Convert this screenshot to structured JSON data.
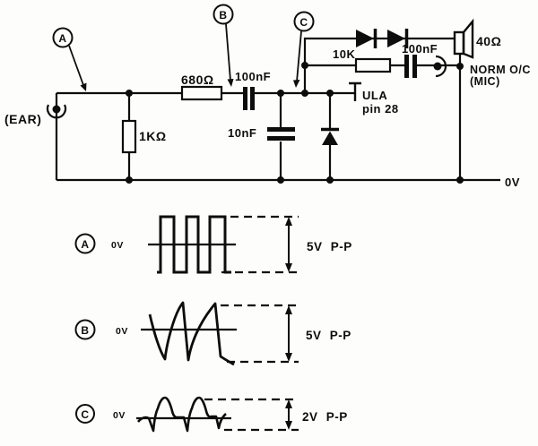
{
  "schematic": {
    "probes": {
      "a": "A",
      "b": "B",
      "c": "C"
    },
    "labels": {
      "ear_jack": "(EAR)",
      "shunt_resistor": "1KΩ",
      "series_resistor": "680Ω",
      "series_capacitor": "100nF",
      "shunt_capacitor": "10nF",
      "ula_line1": "ULA",
      "ula_line2": "pin 28",
      "mic_resistor": "10K",
      "mic_capacitor": "100nF",
      "speaker_impedance": "40Ω",
      "mic_label_line1": "NORM O/C",
      "mic_label_line2": "(MIC)",
      "ground_rail": "0V"
    }
  },
  "waveforms": [
    {
      "probe": "A",
      "zero_label": "0V",
      "amplitude": "5V P-P",
      "shape": "square"
    },
    {
      "probe": "B",
      "zero_label": "0V",
      "amplitude": "5V P-P",
      "shape": "ramp-sawtooth"
    },
    {
      "probe": "C",
      "zero_label": "0V",
      "amplitude": "2V P-P",
      "shape": "spike-pulses"
    }
  ]
}
